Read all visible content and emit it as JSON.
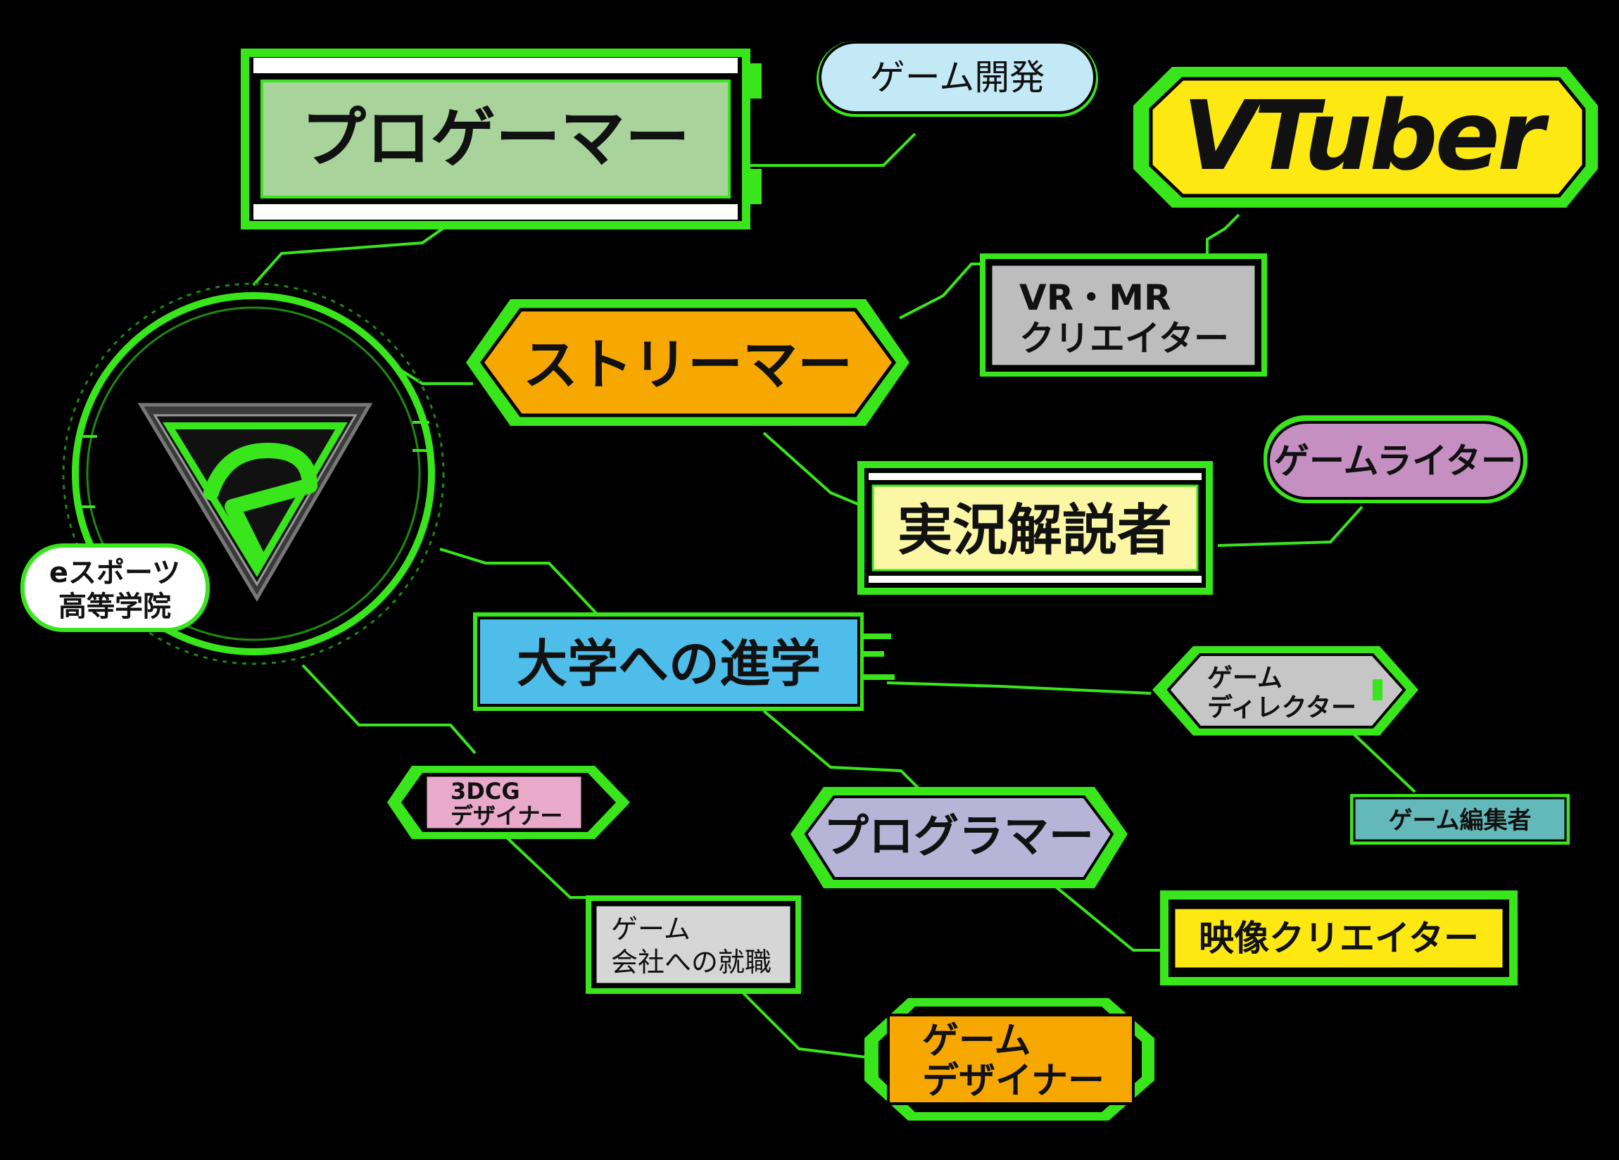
{
  "colors": {
    "background": "#000000",
    "neon_green": "#39e61c",
    "dark_green": "#1d8a10",
    "pro_gamer_fill": "#a8d39b",
    "game_dev_fill": "#c3e9f7",
    "vtuber_fill": "#fde911",
    "vrmr_fill": "#bdbdbd",
    "streamer_fill": "#f7a800",
    "writer_fill": "#c58fc1",
    "commentator_fill": "#fbf7a4",
    "university_fill": "#4fbde9",
    "director_fill": "#c6c6c6",
    "editor_fill": "#63b9b9",
    "cg_fill": "#e8a9cb",
    "programmer_fill": "#b7b4d8",
    "video_fill": "#fde911",
    "employment_fill": "#d6d6d6",
    "game_designer_fill": "#f7a800",
    "school_fill": "#ffffff"
  },
  "icons": {
    "school_logo": "e-shield-logo-icon"
  },
  "center": {
    "label_line1": "eスポーツ",
    "label_line2": "高等学院"
  },
  "careers": {
    "pro_gamer": "プロゲーマー",
    "game_dev": "ゲーム開発",
    "vtuber": "VTuber",
    "vrmr_line1": "VR・MR",
    "vrmr_line2": "クリエイター",
    "streamer": "ストリーマー",
    "game_writer": "ゲームライター",
    "commentator": "実況解説者",
    "university": "大学への進学",
    "director_line1": "ゲーム",
    "director_line2": "ディレクター",
    "editor": "ゲーム編集者",
    "cg_line1": "3DCG",
    "cg_line2": "デザイナー",
    "programmer": "プログラマー",
    "video_creator": "映像クリエイター",
    "employment_line1": "ゲーム",
    "employment_line2": "会社への就職",
    "designer_line1": "ゲーム",
    "designer_line2": "デザイナー"
  }
}
